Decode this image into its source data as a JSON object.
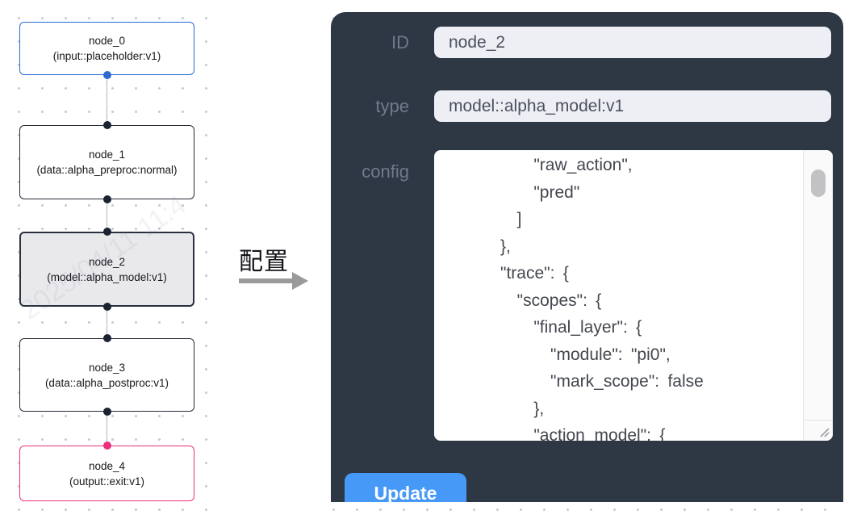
{
  "flow": {
    "nodes": [
      {
        "name": "node_0",
        "type": "(input::placeholder:v1)"
      },
      {
        "name": "node_1",
        "type": "(data::alpha_preproc:normal)"
      },
      {
        "name": "node_2",
        "type": "(model::alpha_model:v1)"
      },
      {
        "name": "node_3",
        "type": "(data::alpha_postproc:v1)"
      },
      {
        "name": "node_4",
        "type": "(output::exit:v1)"
      }
    ]
  },
  "transition": {
    "label": "配置"
  },
  "panel": {
    "id_field": {
      "label": "ID",
      "value": "node_2"
    },
    "type_field": {
      "label": "type",
      "value": "model::alpha_model:v1"
    },
    "config_field": {
      "label": "config",
      "lines": [
        "          \"raw_action\",",
        "          \"pred\"",
        "        ]",
        "      },",
        "      \"trace\": {",
        "        \"scopes\": {",
        "          \"final_layer\": {",
        "            \"module\": \"pi0\",",
        "            \"mark_scope\": false",
        "          },",
        "          \"action_model\": {"
      ]
    },
    "update_button": "Update"
  },
  "colors": {
    "panel_bg": "#2e3744",
    "input_node_accent": "#2e6ad1",
    "output_node_accent": "#ec2e7e",
    "selected_node_bg": "#e9e9ec",
    "handle_dark": "#1b2231",
    "update_button_blue": "#4699f7"
  },
  "watermark": "2025/04/11 11:4"
}
